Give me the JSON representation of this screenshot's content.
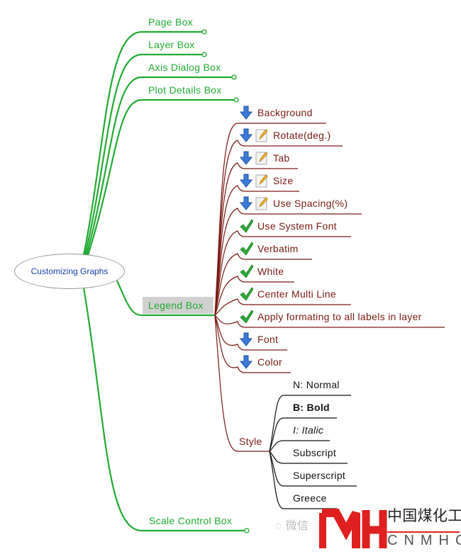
{
  "root": "Customizing Graphs",
  "branches": [
    "Page Box",
    "Layer Box",
    "Axis Dialog Box",
    "Plot Details Box",
    "Legend Box",
    "Scale Control Box"
  ],
  "legend_items": [
    {
      "label": "Background",
      "icons": [
        "arrow-down"
      ]
    },
    {
      "label": "Rotate(deg.)",
      "icons": [
        "arrow-down",
        "edit"
      ]
    },
    {
      "label": "Tab",
      "icons": [
        "arrow-down",
        "edit"
      ]
    },
    {
      "label": "Size",
      "icons": [
        "arrow-down",
        "edit"
      ]
    },
    {
      "label": "Use Spacing(%)",
      "icons": [
        "arrow-down",
        "edit"
      ]
    },
    {
      "label": "Use System Font",
      "icons": [
        "check"
      ]
    },
    {
      "label": "Verbatim",
      "icons": [
        "check"
      ]
    },
    {
      "label": "White",
      "icons": [
        "check"
      ]
    },
    {
      "label": "Center Multi Line",
      "icons": [
        "check"
      ]
    },
    {
      "label": "Apply formating to all labels in layer",
      "icons": [
        "check"
      ]
    },
    {
      "label": "Font",
      "icons": [
        "arrow-down"
      ]
    },
    {
      "label": "Color",
      "icons": [
        "arrow-down"
      ]
    }
  ],
  "style": {
    "label": "Style",
    "items": [
      "N: Normal",
      "B: Bold",
      "I: Italic",
      "Subscript",
      "Superscript",
      "Greece"
    ]
  },
  "watermark": {
    "wechat": "微信",
    "logo_cn": "中国煤化工",
    "logo_en": "CNMHG"
  },
  "colors": {
    "branch": "#22aa33",
    "legend": "#7a1a14",
    "style": "#111111",
    "logo": "#e02020"
  }
}
